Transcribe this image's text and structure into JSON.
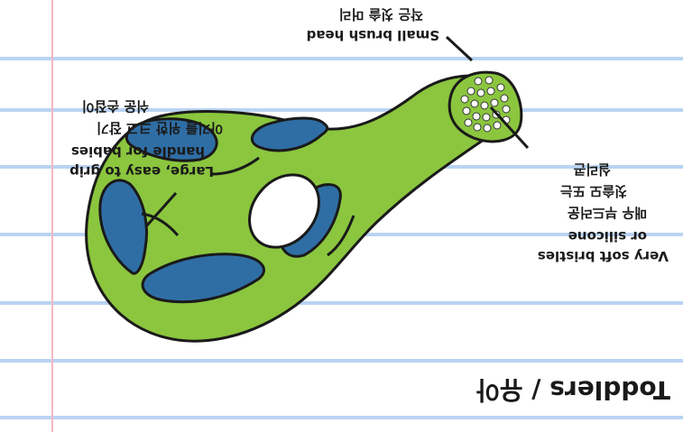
{
  "title": "Toddlers / 유아",
  "labels": {
    "head": {
      "en": "Small brush head",
      "ko": "작은 칫솔 머리"
    },
    "bristles": {
      "en": [
        "Very soft bristles",
        "or silicone"
      ],
      "ko": [
        "매우 부드러운",
        "칫솔모 또는",
        "실리콘"
      ]
    },
    "handle": {
      "en": [
        "Large, easy to grip",
        "handle for babies"
      ],
      "ko": [
        "아기를 위한 크고 잡기",
        "쉬운 손잡이"
      ]
    }
  },
  "colors": {
    "handle_green": "#8bc63e",
    "grip_blue": "#2f6ea5",
    "outline": "#1a1a1a",
    "notebook_line": "#b9d3f2",
    "margin_line": "#f2b9c3"
  }
}
